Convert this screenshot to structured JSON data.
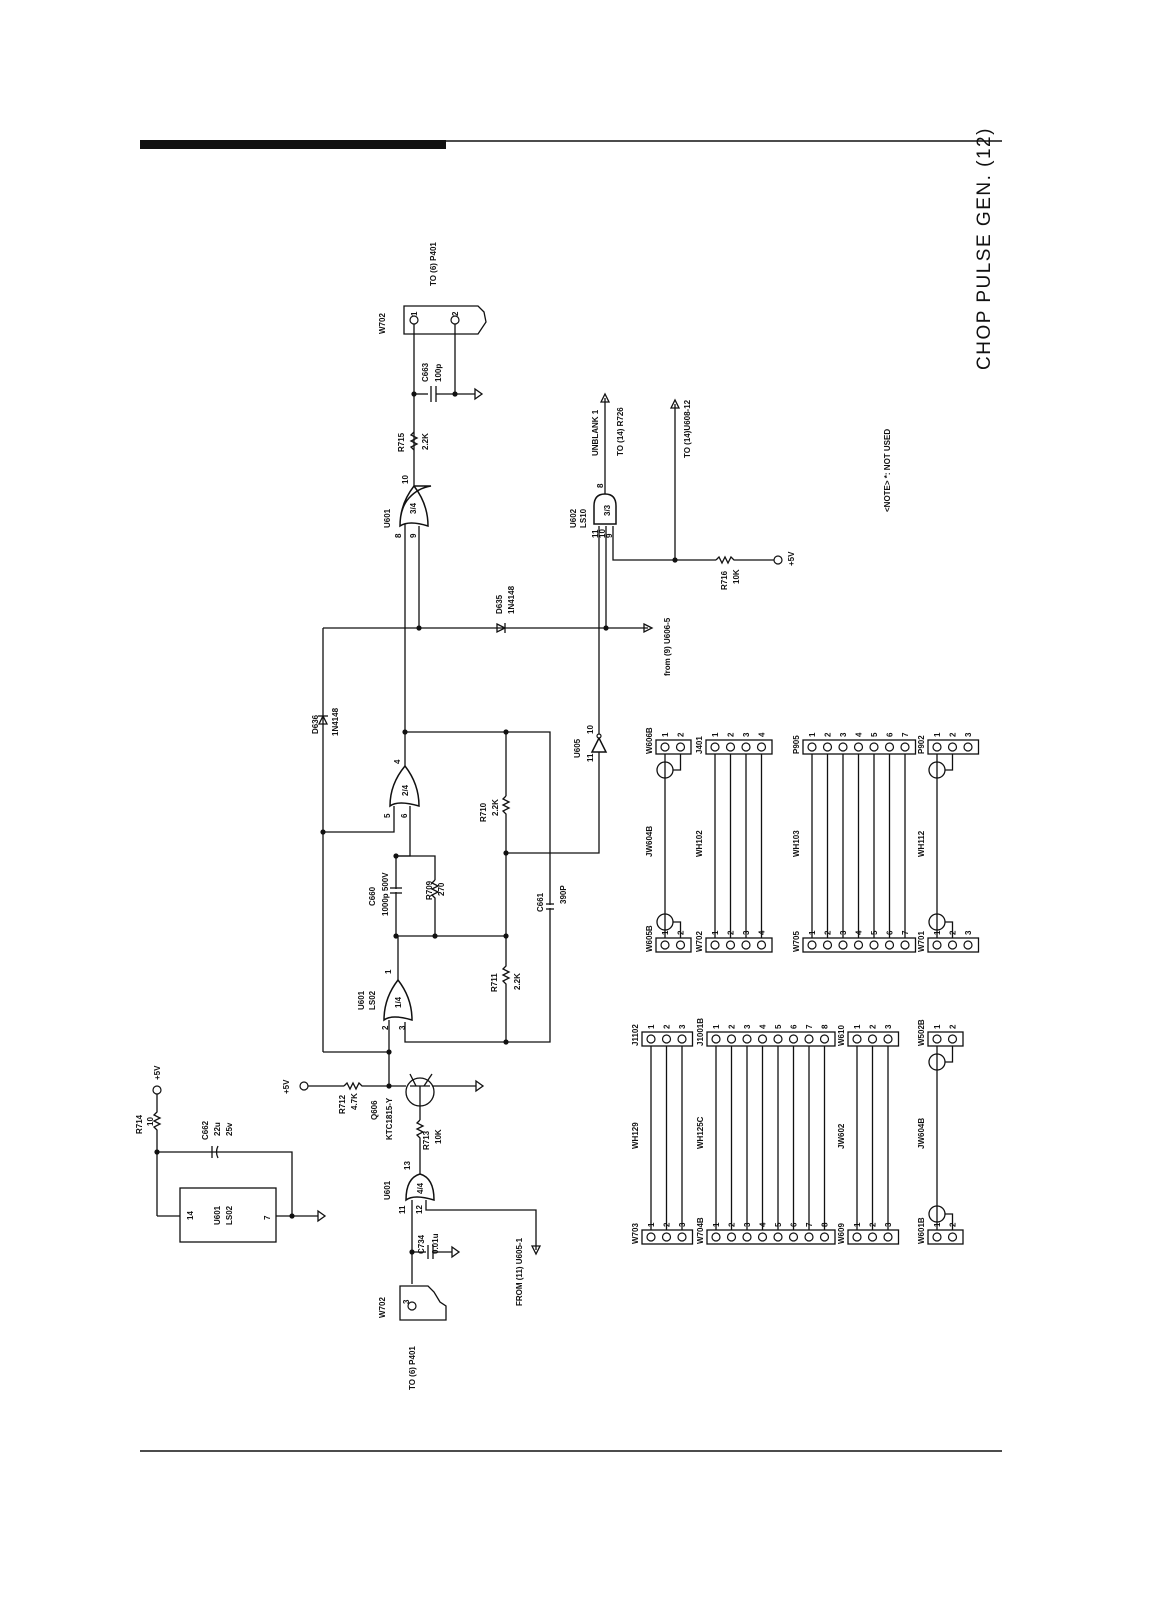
{
  "title": "CHOP PULSE GEN. (12)",
  "note": "<NOTE> *: NOT USED",
  "refs": {
    "to_p401_top": "TO (6) P401",
    "to_p401_bottom": "TO (6) P401",
    "unblank": "UNBLANK 1",
    "to_r726": "TO (14) R726",
    "to_u608": "TO (14)U608-12",
    "from_u606": "from (9) U606-5",
    "from_u605": "FROM (11) U605-1"
  },
  "supply": {
    "vcc": "+5V"
  },
  "components": {
    "w702_top": {
      "ref": "W702",
      "pin1": "1",
      "pin2": "2"
    },
    "w702_bottom": {
      "ref": "W702",
      "pin3": "3"
    },
    "c663": {
      "ref": "C663",
      "value": "100p"
    },
    "r715": {
      "ref": "R715",
      "value": "2.2K"
    },
    "u601_34": {
      "ref": "U601",
      "gate": "3/4",
      "pin_a": "8",
      "pin_b": "9",
      "pin_out": "10"
    },
    "u602": {
      "ref": "U602",
      "part": "LS10",
      "gate": "3/3",
      "pin_out": "8",
      "pin_a": "11",
      "pin_b": "10",
      "pin_c": "9"
    },
    "r716": {
      "ref": "R716",
      "value": "10K"
    },
    "d635": {
      "ref": "D635",
      "value": "1N4148"
    },
    "d636": {
      "ref": "D636",
      "value": "1N4148"
    },
    "u605": {
      "ref": "U605",
      "pin_in": "11",
      "pin_out": "10"
    },
    "u601_24": {
      "ref": "U601",
      "gate": "2/4",
      "pin_a": "5",
      "pin_b": "6",
      "pin_out": "4"
    },
    "r710": {
      "ref": "R710",
      "value": "2.2K"
    },
    "c660": {
      "ref": "C660",
      "value": "1000p 500V"
    },
    "r709": {
      "ref": "R709",
      "value": "270"
    },
    "c661": {
      "ref": "C661",
      "value": "390P"
    },
    "u601_14": {
      "ref": "U601",
      "part": "LS02",
      "gate": "1/4",
      "pin_a": "2",
      "pin_b": "3",
      "pin_out": "1"
    },
    "r711": {
      "ref": "R711",
      "value": "2.2K"
    },
    "r712": {
      "ref": "R712",
      "value": "4.7K"
    },
    "q606": {
      "ref": "Q606",
      "part": "KTC1815-Y"
    },
    "r713": {
      "ref": "R713",
      "value": "10K"
    },
    "u601_44": {
      "ref": "U601",
      "gate": "4/4",
      "pin_a": "11",
      "pin_b": "12",
      "pin_out": "13"
    },
    "c734": {
      "ref": "C734",
      "value": "0.01u"
    },
    "r714": {
      "ref": "R714",
      "value": "10"
    },
    "c662": {
      "ref": "C662",
      "value": "22u",
      "rating": "25v"
    },
    "u601_pwr": {
      "ref": "U601",
      "part": "LS02",
      "pin_vcc": "14",
      "pin_gnd": "7"
    }
  },
  "connectors_top": [
    {
      "a": "W605B",
      "b": "W606B",
      "cable": "JW604B",
      "pins": [
        "1",
        "2"
      ]
    },
    {
      "a": "W702",
      "b": "J401",
      "cable": "WH102",
      "pins": [
        "1",
        "2",
        "3",
        "4"
      ]
    },
    {
      "a": "W705",
      "b": "P905",
      "cable": "WH103",
      "pins": [
        "1",
        "2",
        "3",
        "4",
        "5",
        "6",
        "7"
      ]
    },
    {
      "a": "W701",
      "b": "P902",
      "cable": "WH112",
      "pins": [
        "1",
        "2",
        "3"
      ]
    }
  ],
  "connectors_bottom": [
    {
      "a": "W703",
      "b": "J1102",
      "cable": "WH129",
      "pins": [
        "1",
        "2",
        "3"
      ]
    },
    {
      "a": "W704B",
      "b": "J1001B",
      "cable": "WH125C",
      "pins": [
        "1",
        "2",
        "3",
        "4",
        "5",
        "6",
        "7",
        "8"
      ]
    },
    {
      "a": "W609",
      "b": "W610",
      "cable": "JW602",
      "pins": [
        "1",
        "2",
        "3"
      ]
    },
    {
      "a": "W601B",
      "b": "W502B",
      "cable": "JW604B",
      "pins": [
        "1",
        "2"
      ]
    }
  ]
}
